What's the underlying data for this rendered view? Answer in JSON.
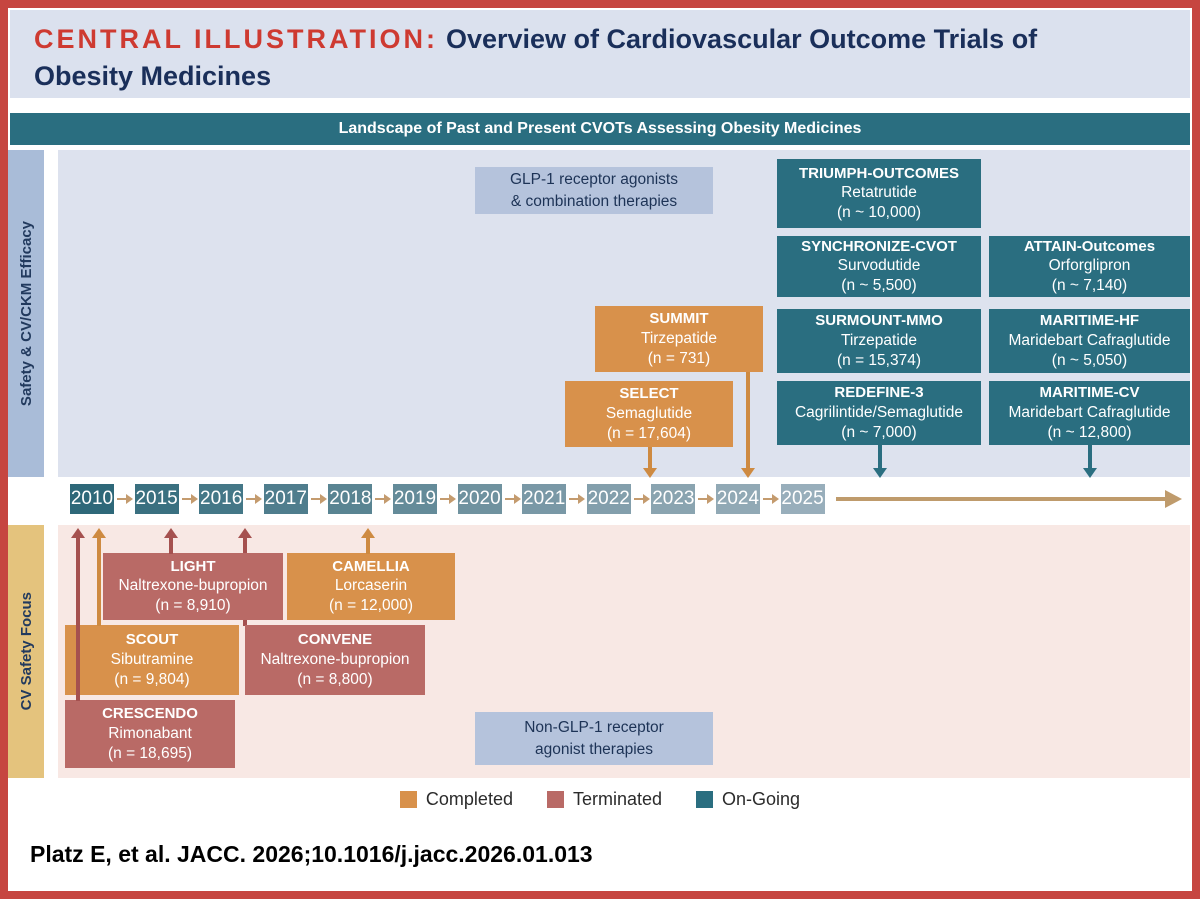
{
  "palette": {
    "frame_red": "#c64540",
    "accent_red_text": "#ce3a31",
    "navy_text": "#1a2f5a",
    "banner_teal": "#2a6e80",
    "completed": "#d8914b",
    "terminated": "#b96a66",
    "ongoing": "#2a6e80",
    "timeline_arrow_tan": "#bf9b6c",
    "top_panel_bg": "#dde2ee",
    "bottom_panel_bg": "#f8e8e4",
    "sidebar_top_bg": "#a9bcd8",
    "sidebar_bottom_bg": "#e4c37d",
    "category_label_bg": "#b5c3dc"
  },
  "header": {
    "label": "CENTRAL ILLUSTRATION:",
    "title": "Overview of Cardiovascular Outcome Trials of Obesity Medicines"
  },
  "banner": {
    "text": "Landscape of Past and Present CVOTs Assessing Obesity Medicines"
  },
  "sidebars": {
    "top": "Safety & CV/CKM Efficacy",
    "bottom": "CV Safety Focus"
  },
  "category_labels": {
    "glp1": {
      "line1": "GLP-1 receptor agonists",
      "line2": "& combination therapies"
    },
    "non_glp1": {
      "line1": "Non-GLP-1 receptor",
      "line2": "agonist therapies"
    }
  },
  "trials": {
    "triumph": {
      "name": "TRIUMPH-OUTCOMES",
      "drug": "Retatrutide",
      "n": "(n ~ 10,000)",
      "status": "ongoing"
    },
    "synchronize": {
      "name": "SYNCHRONIZE-CVOT",
      "drug": "Survodutide",
      "n": "(n ~ 5,500)",
      "status": "ongoing"
    },
    "attain": {
      "name": "ATTAIN-Outcomes",
      "drug": "Orforglipron",
      "n": "(n ~ 7,140)",
      "status": "ongoing"
    },
    "summit": {
      "name": "SUMMIT",
      "drug": "Tirzepatide",
      "n": "(n = 731)",
      "status": "completed"
    },
    "surmount": {
      "name": "SURMOUNT-MMO",
      "drug": "Tirzepatide",
      "n": "(n = 15,374)",
      "status": "ongoing"
    },
    "maritime_hf": {
      "name": "MARITIME-HF",
      "drug": "Maridebart Cafraglutide",
      "n": "(n ~ 5,050)",
      "status": "ongoing"
    },
    "select": {
      "name": "SELECT",
      "drug": "Semaglutide",
      "n": "(n = 17,604)",
      "status": "completed"
    },
    "redefine": {
      "name": "REDEFINE-3",
      "drug": "Cagrilintide/Semaglutide",
      "n": "(n ~ 7,000)",
      "status": "ongoing"
    },
    "maritime_cv": {
      "name": "MARITIME-CV",
      "drug": "Maridebart Cafraglutide",
      "n": "(n ~ 12,800)",
      "status": "ongoing"
    },
    "light": {
      "name": "LIGHT",
      "drug": "Naltrexone-bupropion",
      "n": "(n = 8,910)",
      "status": "terminated"
    },
    "camellia": {
      "name": "CAMELLIA",
      "drug": "Lorcaserin",
      "n": "(n = 12,000)",
      "status": "completed"
    },
    "scout": {
      "name": "SCOUT",
      "drug": "Sibutramine",
      "n": "(n = 9,804)",
      "status": "completed"
    },
    "convene": {
      "name": "CONVENE",
      "drug": "Naltrexone-bupropion",
      "n": "(n = 8,800)",
      "status": "terminated"
    },
    "crescendo": {
      "name": "CRESCENDO",
      "drug": "Rimonabant",
      "n": "(n = 18,695)",
      "status": "terminated"
    }
  },
  "timeline": {
    "years": [
      "2010",
      "2015",
      "2016",
      "2017",
      "2018",
      "2019",
      "2020",
      "2021",
      "2022",
      "2023",
      "2024",
      "2025"
    ],
    "year_colors": [
      "#2e6879",
      "#3a7080",
      "#447787",
      "#4f7d8d",
      "#598492",
      "#648b99",
      "#6f929f",
      "#7998a6",
      "#839fac",
      "#8aa4b0",
      "#91a9b5",
      "#98aebb"
    ]
  },
  "legend": {
    "items": [
      {
        "label": "Completed",
        "color": "#d8914b"
      },
      {
        "label": "Terminated",
        "color": "#b96a66"
      },
      {
        "label": "On-Going",
        "color": "#2a6e80"
      }
    ]
  },
  "citation": "Platz E, et al. JACC. 2026;10.1016/j.jacc.2026.01.013"
}
